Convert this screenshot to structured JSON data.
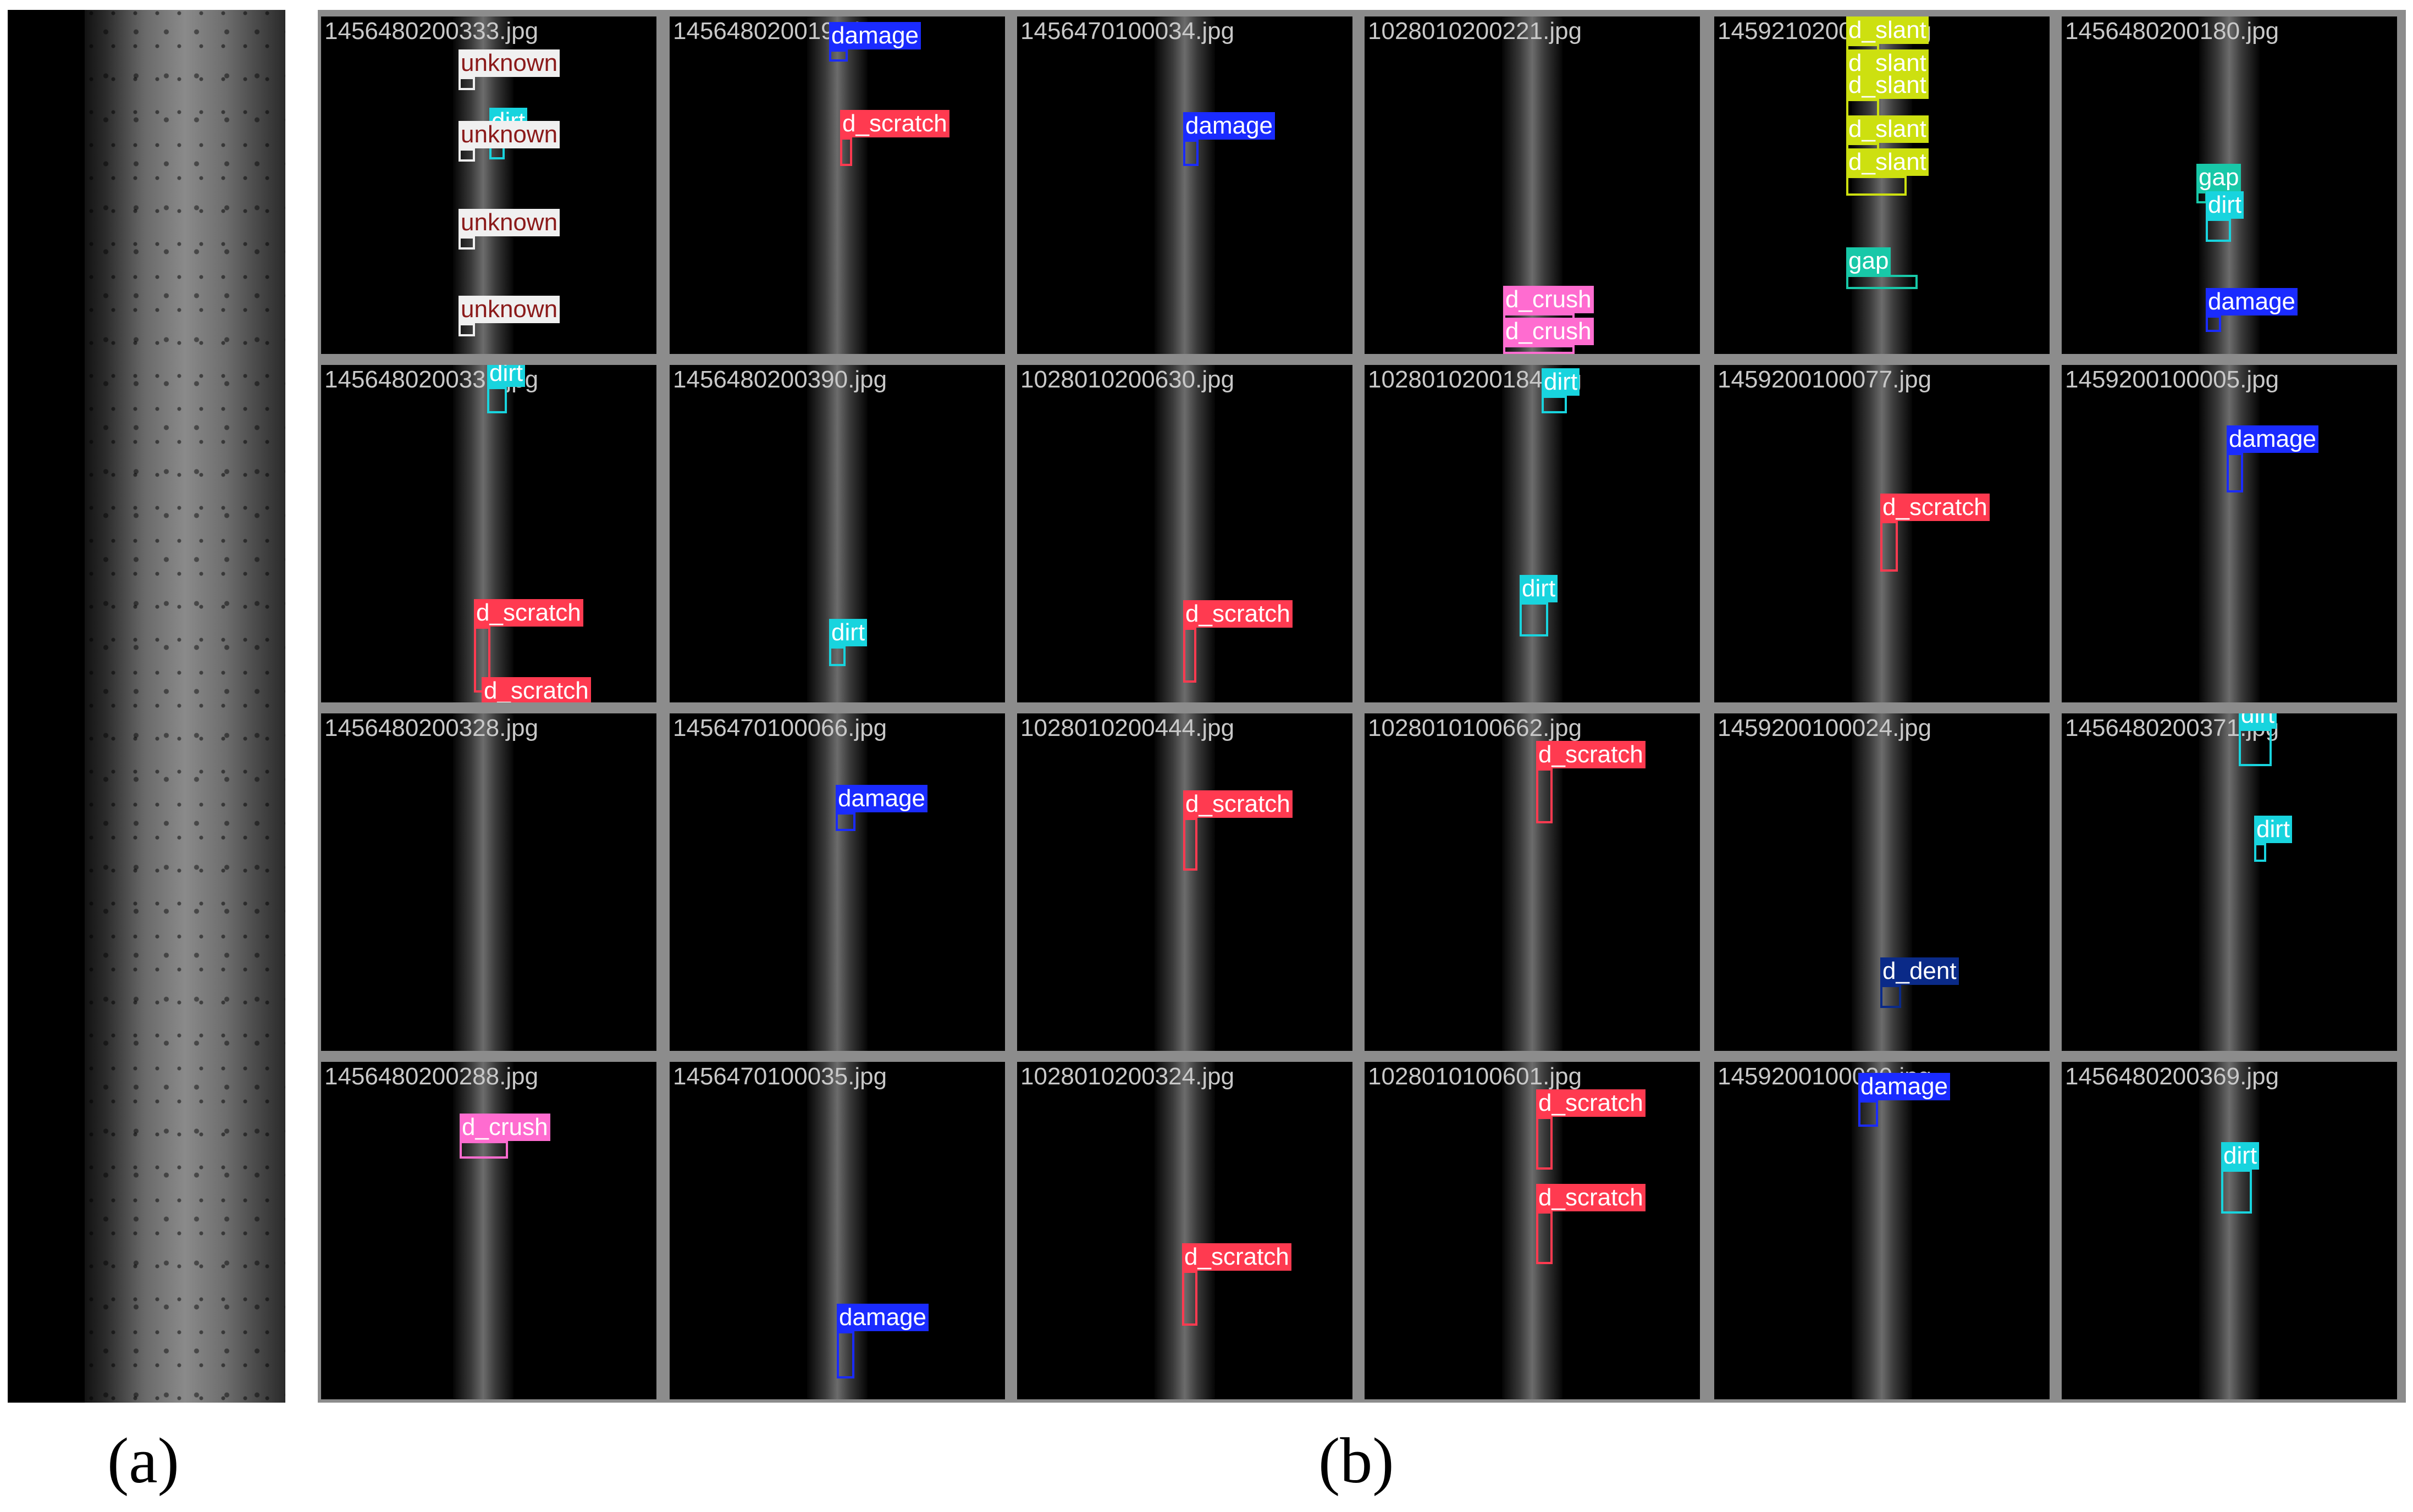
{
  "panel_a": {
    "caption": "(a)"
  },
  "panel_b": {
    "caption": "(b)"
  },
  "colors": {
    "unknown": "#f0f0f0",
    "dirt": "#18d4de",
    "damage": "#1a2bff",
    "d_scratch": "#ff3a50",
    "d_crush": "#ff6cd0",
    "d_slant": "#cde010",
    "gap": "#18c8a8",
    "d_dent": "#0a2a88"
  },
  "tiles": [
    {
      "file": "1456480200333.jpg",
      "detections": [
        {
          "label": "unknown",
          "cls": "unknown"
        },
        {
          "label": "dirt",
          "cls": "dirt"
        },
        {
          "label": "unknown",
          "cls": "unknown"
        },
        {
          "label": "unknown",
          "cls": "unknown"
        },
        {
          "label": "unknown",
          "cls": "unknown"
        }
      ]
    },
    {
      "file": "1456480200195.jpg",
      "detections": [
        {
          "label": "damage",
          "cls": "damage"
        },
        {
          "label": "d_scratch",
          "cls": "d_scratch"
        }
      ]
    },
    {
      "file": "1456470100034.jpg",
      "detections": [
        {
          "label": "damage",
          "cls": "damage"
        }
      ]
    },
    {
      "file": "1028010200221.jpg",
      "detections": [
        {
          "label": "d_crush",
          "cls": "d_crush"
        },
        {
          "label": "d_crush",
          "cls": "d_crush"
        }
      ]
    },
    {
      "file": "1459210200042.jpg",
      "detections": [
        {
          "label": "d_slant",
          "cls": "d_slant"
        },
        {
          "label": "d_slant",
          "cls": "d_slant"
        },
        {
          "label": "d_slant",
          "cls": "d_slant"
        },
        {
          "label": "d_slant",
          "cls": "d_slant"
        },
        {
          "label": "d_slant",
          "cls": "d_slant"
        },
        {
          "label": "gap",
          "cls": "gap"
        }
      ]
    },
    {
      "file": "1456480200180.jpg",
      "detections": [
        {
          "label": "gap",
          "cls": "gap"
        },
        {
          "label": "dirt",
          "cls": "dirt"
        },
        {
          "label": "damage",
          "cls": "damage"
        }
      ]
    },
    {
      "file": "1456480200331.jpg",
      "detections": [
        {
          "label": "dirt",
          "cls": "dirt"
        },
        {
          "label": "d_scratch",
          "cls": "d_scratch"
        },
        {
          "label": "d_scratch",
          "cls": "d_scratch"
        }
      ]
    },
    {
      "file": "1456480200390.jpg",
      "detections": [
        {
          "label": "dirt",
          "cls": "dirt"
        }
      ]
    },
    {
      "file": "1028010200630.jpg",
      "detections": [
        {
          "label": "d_scratch",
          "cls": "d_scratch"
        }
      ]
    },
    {
      "file": "1028010200184.jpg",
      "detections": [
        {
          "label": "dirt",
          "cls": "dirt"
        },
        {
          "label": "dirt",
          "cls": "dirt"
        }
      ]
    },
    {
      "file": "1459200100077.jpg",
      "detections": [
        {
          "label": "d_scratch",
          "cls": "d_scratch"
        }
      ]
    },
    {
      "file": "1459200100005.jpg",
      "detections": [
        {
          "label": "damage",
          "cls": "damage"
        }
      ]
    },
    {
      "file": "1456480200328.jpg",
      "detections": []
    },
    {
      "file": "1456470100066.jpg",
      "detections": [
        {
          "label": "damage",
          "cls": "damage"
        }
      ]
    },
    {
      "file": "1028010200444.jpg",
      "detections": [
        {
          "label": "d_scratch",
          "cls": "d_scratch"
        }
      ]
    },
    {
      "file": "1028010100662.jpg",
      "detections": [
        {
          "label": "d_scratch",
          "cls": "d_scratch"
        }
      ]
    },
    {
      "file": "1459200100024.jpg",
      "detections": [
        {
          "label": "d_dent",
          "cls": "d_dent"
        }
      ]
    },
    {
      "file": "1456480200371.jpg",
      "detections": [
        {
          "label": "dirt",
          "cls": "dirt"
        },
        {
          "label": "dirt",
          "cls": "dirt"
        }
      ]
    },
    {
      "file": "1456480200288.jpg",
      "detections": [
        {
          "label": "d_crush",
          "cls": "d_crush"
        }
      ]
    },
    {
      "file": "1456470100035.jpg",
      "detections": [
        {
          "label": "damage",
          "cls": "damage"
        }
      ]
    },
    {
      "file": "1028010200324.jpg",
      "detections": [
        {
          "label": "d_scratch",
          "cls": "d_scratch"
        }
      ]
    },
    {
      "file": "1028010100601.jpg",
      "detections": [
        {
          "label": "d_scratch",
          "cls": "d_scratch"
        },
        {
          "label": "d_scratch",
          "cls": "d_scratch"
        }
      ]
    },
    {
      "file": "1459200100030.jpg",
      "detections": [
        {
          "label": "damage",
          "cls": "damage"
        }
      ]
    },
    {
      "file": "1456480200369.jpg",
      "detections": [
        {
          "label": "dirt",
          "cls": "dirt"
        }
      ]
    }
  ]
}
